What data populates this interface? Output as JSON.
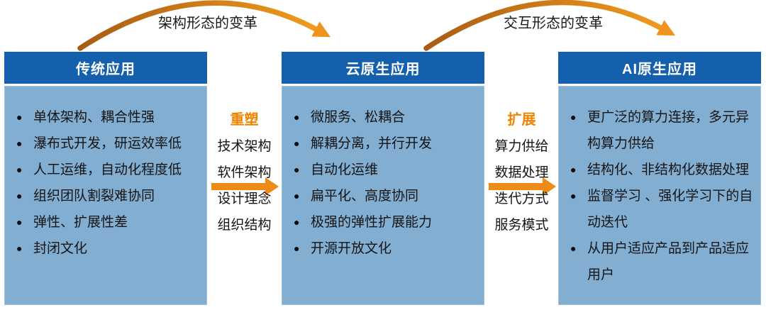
{
  "colors": {
    "header_bg": "#1560AC",
    "body_bg": "#82AED2",
    "arrow_orange": "#EE8A16",
    "arrow_dark": "#A85C12",
    "label_orange": "#F08300",
    "text_dark": "#141414"
  },
  "top_arrows": [
    {
      "label": "架构形态的变革"
    },
    {
      "label": "交互形态的变革"
    }
  ],
  "columns": [
    {
      "title": "传统应用",
      "bullets": [
        "单体架构、耦合性强",
        "瀑布式开发，研运效率低",
        "人工运维，自动化程度低",
        "组织团队割裂难协同",
        "弹性、扩展性差",
        "封闭文化"
      ]
    },
    {
      "title": "云原生应用",
      "bullets": [
        "微服务、松耦合",
        "解耦分离，并行开发",
        "自动化运维",
        "扁平化、高度协同",
        "极强的弹性扩展能力",
        "开源开放文化"
      ]
    },
    {
      "title": "AI原生应用",
      "bullets": [
        "更广泛的算力连接，多元异构算力供给",
        "结构化、非结构化数据处理",
        "监督学习 、强化学习下的自动迭代",
        "从用户适应产品到产品适应用户"
      ]
    }
  ],
  "connectors": [
    {
      "label": "重塑",
      "items": [
        "技术架构",
        "软件架构",
        "设计理念",
        "组织结构"
      ]
    },
    {
      "label": "扩展",
      "items": [
        "算力供给",
        "数据处理",
        "迭代方式",
        "服务模式"
      ]
    }
  ]
}
